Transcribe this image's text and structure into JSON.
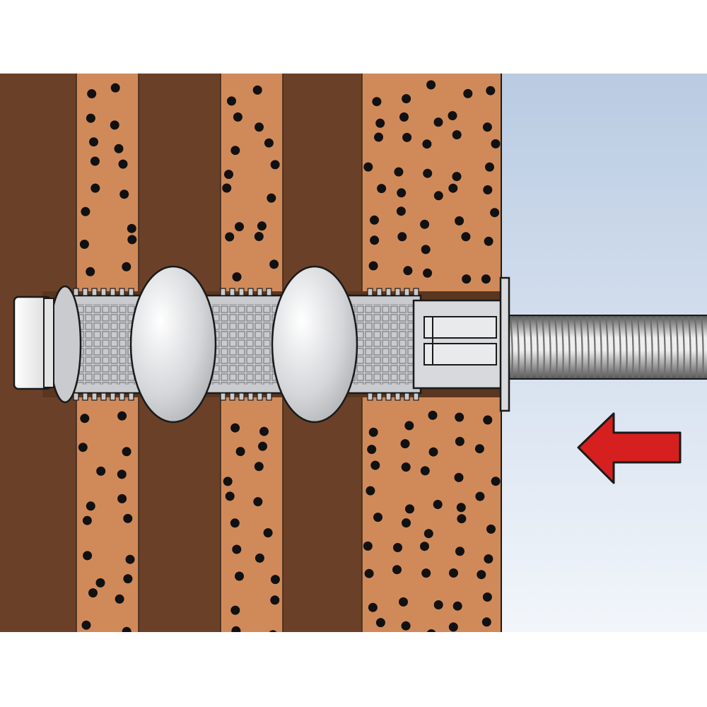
{
  "illustration": {
    "kind": "installation-step",
    "subject": "anchor-in-perforated-brick",
    "colors": {
      "background": "#ffffff",
      "brick_dark": "#6a4128",
      "brick_light": "#d08a5a",
      "pores": "#111111",
      "sky_top": "#b9cbe2",
      "sky_bottom": "#f2f6fb",
      "sleeve": "#c9cbce",
      "sleeve_bulge": "#d4d6d9",
      "sleeve_highlight": "#ffffff",
      "end_cap": "#f4f4f4",
      "rod_light": "#eeeeee",
      "rod_dark": "#555555",
      "arrow": "#d61f1f",
      "outline": "#1a1a1a"
    },
    "arrow": {
      "direction": "left",
      "meaning": "insert"
    },
    "icons": [
      "wall-section",
      "anchor-sleeve",
      "threaded-rod",
      "insert-arrow-icon"
    ]
  }
}
